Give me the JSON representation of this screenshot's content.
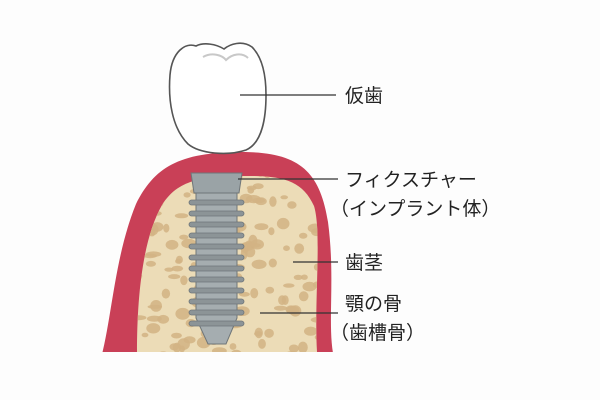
{
  "labels": {
    "crown": "仮歯",
    "fixture_line1": "フィクスチャー",
    "fixture_line2": "（インプラント体）",
    "gum": "歯茎",
    "bone_line1": "顎の骨",
    "bone_line2": "（歯槽骨）"
  },
  "colors": {
    "gum": "#c94057",
    "bone": "#ecdcb7",
    "bone_spots": "#d2b384",
    "implant": "#9aa3a6",
    "crown": "#ffffff",
    "leader": "#333333"
  }
}
